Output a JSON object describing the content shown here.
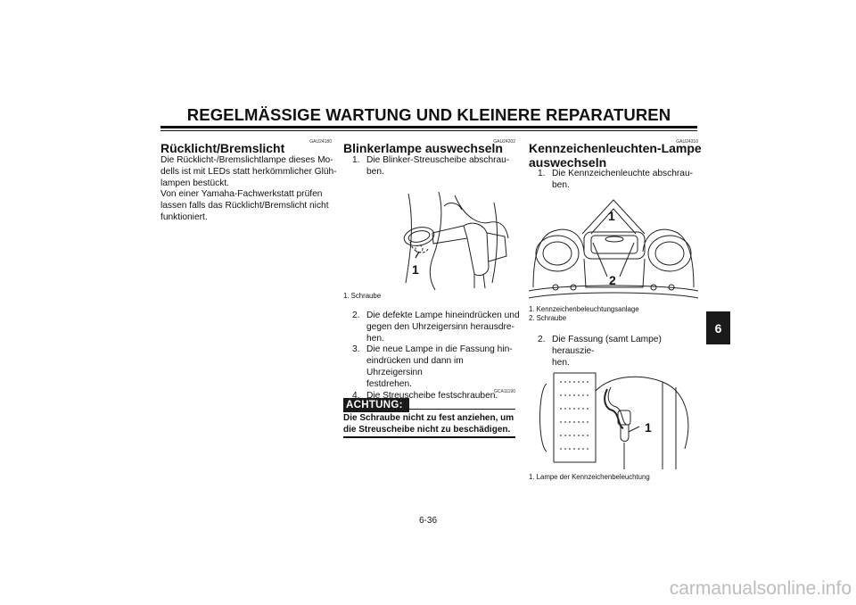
{
  "page": {
    "title": "REGELMÄSSIGE WARTUNG UND KLEINERE REPARATUREN",
    "chapter_tab": "6",
    "page_number": "6-36",
    "watermark": "carmanualsonline.info"
  },
  "col1": {
    "code": "GAU24180",
    "heading": "Rücklicht/Bremslicht",
    "body": "Die Rücklicht-/Bremslichtlampe dieses Mo-dells ist mit LEDs statt herkömmlicher Glüh-lampen bestückt. Von einer Yamaha-Fachwerkstatt prüfen lassen falls das Rücklicht/Bremslicht nicht funktioniert.",
    "lines": [
      "Die Rücklicht-/Bremslichtlampe dieses Mo-",
      "dells ist mit LEDs statt herkömmlicher Glüh-",
      "lampen bestückt.",
      "Von einer Yamaha-Fachwerkstatt prüfen",
      "lassen falls das Rücklicht/Bremslicht nicht",
      "funktioniert."
    ]
  },
  "col2": {
    "code": "GAU24202",
    "heading": "Blinkerlampe auswechseln",
    "step1_num": "1.",
    "step1_lines": [
      "Die Blinker-Streuscheibe abschrau-",
      "ben."
    ],
    "figure_label": "1",
    "caption": "1.  Schraube",
    "steps": [
      {
        "num": "2.",
        "lines": [
          "Die defekte Lampe hineindrücken und",
          "gegen den Uhrzeigersinn herausdre-",
          "hen."
        ]
      },
      {
        "num": "3.",
        "lines": [
          "Die neue Lampe in die Fassung hin-",
          "eindrücken und dann im Uhrzeigersinn",
          "festdrehen."
        ]
      },
      {
        "num": "4.",
        "lines": [
          "Die Streuscheibe festschrauben."
        ]
      }
    ],
    "caution_code": "GCA11190",
    "caution_label": "ACHTUNG:",
    "caution_lines": [
      "Die Schraube nicht zu fest anziehen, um",
      "die Streuscheibe nicht zu beschädigen."
    ]
  },
  "col3": {
    "code": "GAU24310",
    "heading_lines": [
      "Kennzeichenleuchten-Lampe",
      "auswechseln"
    ],
    "step1_num": "1.",
    "step1_lines": [
      "Die Kennzeichenleuchte abschrau-",
      "ben."
    ],
    "figure1_labels": [
      "1",
      "2"
    ],
    "figure1_captions": [
      "1.  Kennzeichenbeleuchtungsanlage",
      "2.  Schraube"
    ],
    "step2_num": "2.",
    "step2_lines": [
      "Die Fassung (samt Lampe) herauszie-",
      "hen."
    ],
    "figure2_label": "1",
    "figure2_caption": "1.  Lampe der Kennzeichenbeleuchtung"
  }
}
